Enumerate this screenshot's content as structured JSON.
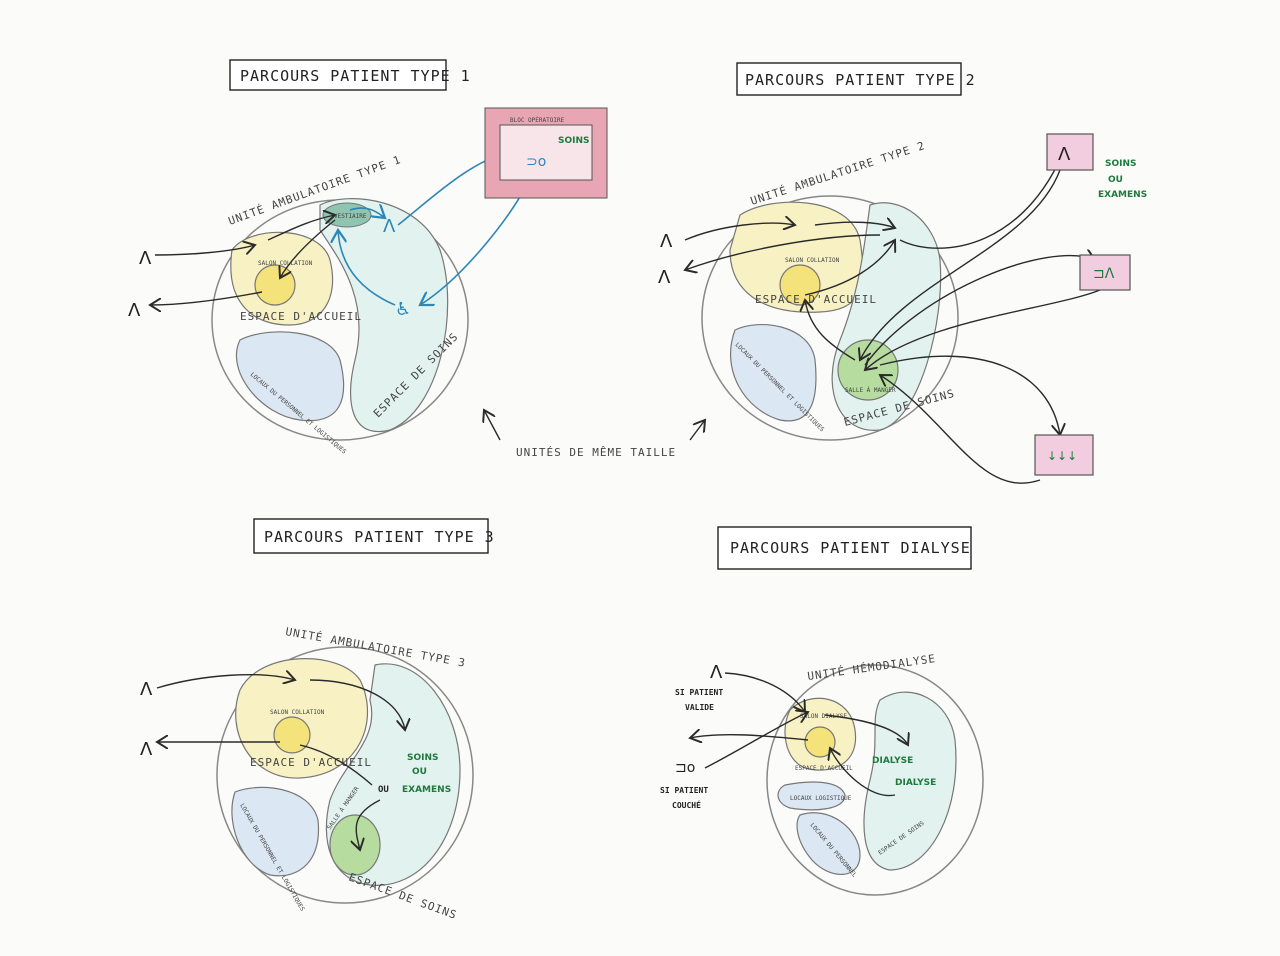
{
  "titles": {
    "type1": "PARCOURS PATIENT TYPE 1",
    "type2": "PARCOURS PATIENT TYPE 2",
    "type3": "PARCOURS PATIENT TYPE 3",
    "dialyse": "PARCOURS PATIENT DIALYSE"
  },
  "type1": {
    "unit": "UNITÉ AMBULATOIRE TYPE 1",
    "accueil": "ESPACE D'ACCUEIL",
    "salon": "SALON COLLATION",
    "locaux": "LOCAUX DU PERSONNEL ET LOGISTIQUES",
    "soins": "ESPACE DE SOINS",
    "vestiaire": "VESTIAIRE",
    "bloc": "BLOC OPÉRATOIRE",
    "bloc_soins": "SOINS"
  },
  "type2": {
    "unit": "UNITÉ AMBULATOIRE TYPE 2",
    "accueil": "ESPACE D'ACCUEIL",
    "salon": "SALON COLLATION",
    "locaux": "LOCAUX DU PERSONNEL ET LOGISTIQUES",
    "soins": "ESPACE DE SOINS",
    "salle": "SALLE À MANGER",
    "soins_examens": [
      "SOINS",
      "OU",
      "EXAMENS"
    ]
  },
  "middle_note": "UNITÉS DE MÊME TAILLE",
  "type3": {
    "unit": "UNITÉ AMBULATOIRE TYPE 3",
    "accueil": "ESPACE D'ACCUEIL",
    "salon": "SALON COLLATION",
    "locaux": "LOCAUX DU PERSONNEL ET LOGISTIQUES",
    "soins": "ESPACE DE SOINS",
    "salle": "SALLE À MANGER",
    "soins_label": "SOINS",
    "ou_label": "OU",
    "examens_label": "EXAMENS"
  },
  "dialyse": {
    "unit": "UNITÉ HÉMODIALYSE",
    "salon": "SALON DIALYSE",
    "accueil": "ESPACE D'ACCUEIL",
    "locaux_log": "LOCAUX LOGISTIQUE",
    "locaux_pers": "LOCAUX DU PERSONNEL",
    "soins": "ESPACE DE SOINS",
    "dialyse_small": "DIALYSE",
    "dialyse_label": "DIALYSE",
    "si_valide": [
      "SI PATIENT",
      "VALIDE"
    ],
    "si_couche": [
      "SI PATIENT",
      "COUCHÉ"
    ]
  },
  "colors": {
    "ink": "#2a2a2a",
    "blue": "#2d86b8",
    "green": "#1e7a3c",
    "pink": "#f2cde0",
    "yellow": "#f7f1c4"
  }
}
